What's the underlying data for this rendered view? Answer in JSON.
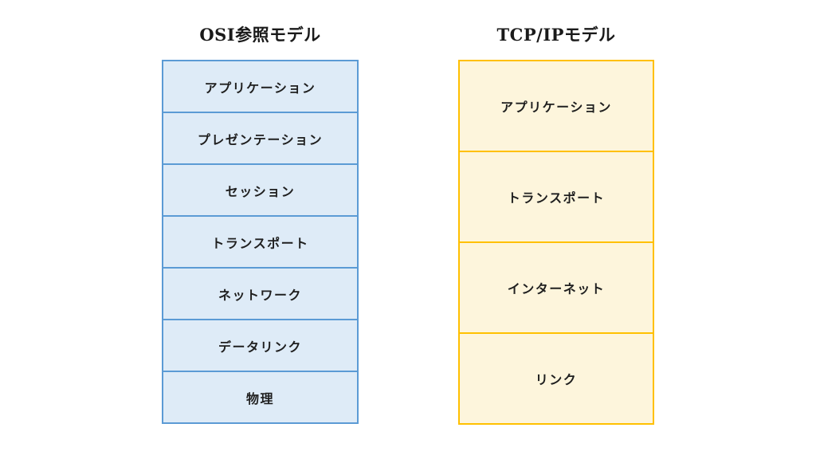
{
  "page": {
    "background_color": "#ffffff",
    "text_color": "#1f1f1f"
  },
  "osi": {
    "title": "OSI参照モデル",
    "border_color": "#5B9BD5",
    "fill_color": "#DEEBF7",
    "layers": [
      "アプリケーション",
      "プレゼンテーション",
      "セッション",
      "トランスポート",
      "ネットワーク",
      "データリンク",
      "物理"
    ]
  },
  "tcpip": {
    "title": "TCP/IPモデル",
    "border_color": "#FFC000",
    "fill_color": "#FDF5DC",
    "layers": [
      "アプリケーション",
      "トランスポート",
      "インターネット",
      "リンク"
    ]
  }
}
